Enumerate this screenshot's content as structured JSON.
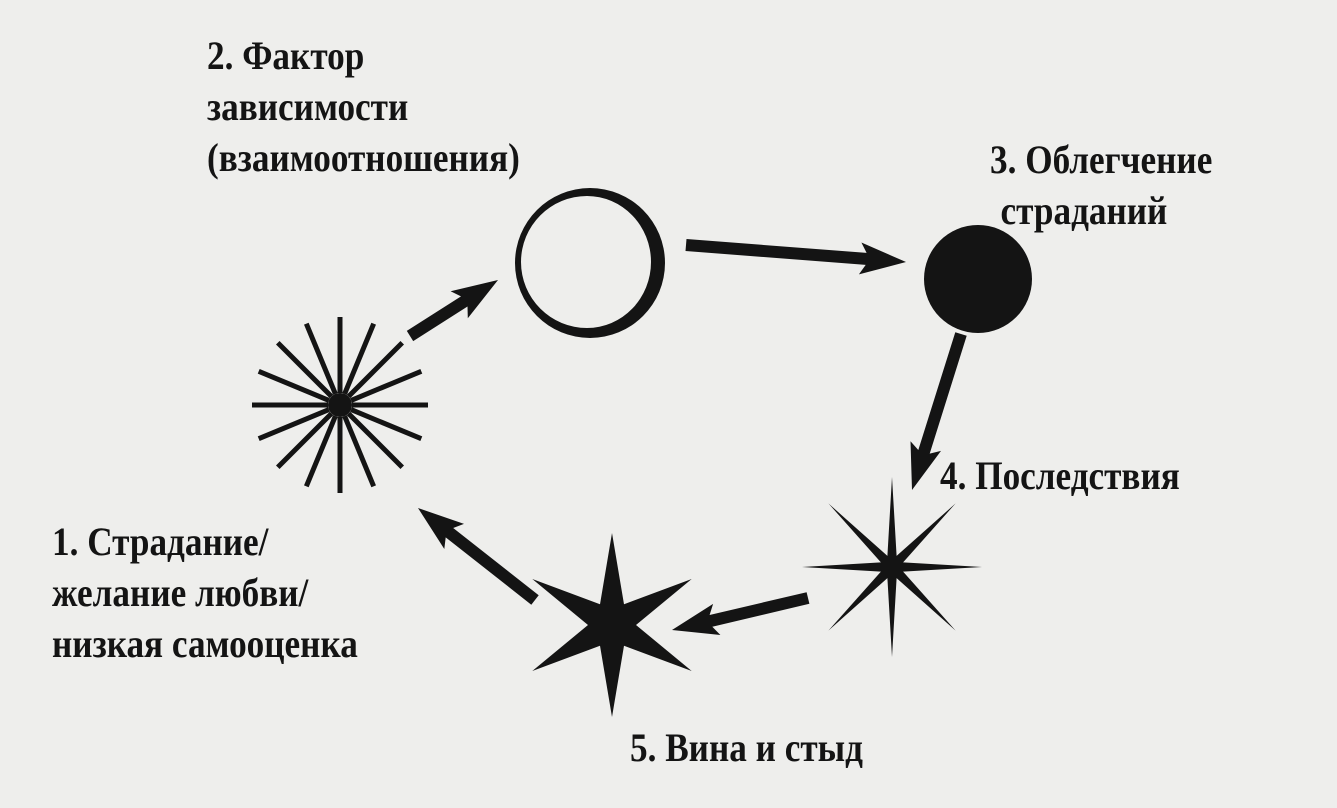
{
  "stages": [
    {
      "id": "1",
      "lines": [
        "1. Страдание/",
        "желание любви/",
        "низкая самооценка"
      ],
      "icon": "sunburst-icon"
    },
    {
      "id": "2",
      "lines": [
        "2. Фактор",
        "зависимости",
        "(взаимоотношения)"
      ],
      "icon": "open-circle-icon"
    },
    {
      "id": "3",
      "lines": [
        "3. Облегчение",
        "страданий"
      ],
      "icon": "filled-circle-icon"
    },
    {
      "id": "4",
      "lines": [
        "4. Последствия"
      ],
      "icon": "eight-point-star-icon"
    },
    {
      "id": "5",
      "lines": [
        "5. Вина и стыд"
      ],
      "icon": "six-point-star-icon"
    }
  ],
  "colors": {
    "ink": "#141414",
    "paper": "#eeeeec"
  }
}
